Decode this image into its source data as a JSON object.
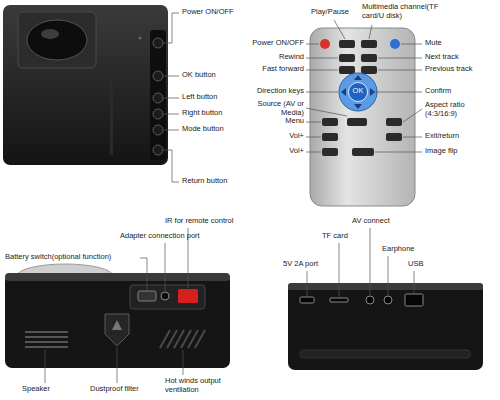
{
  "diagram": {
    "labels": [
      "Power ON/OFF",
      "OK button",
      "Left button",
      "Right button",
      "Mode button",
      "Return button",
      "Play/Pause",
      "Multimedia channel(TF card/U disk)",
      "Power ON/OFF",
      "Mute",
      "Rewind",
      "Next track",
      "Fast forward",
      "Previous track",
      "Direction keys",
      "OK",
      "Confirm",
      "Source (AV or Media)",
      "Menu",
      "Aspect ratio (4:3/16:9)",
      "Vol+",
      "Exit/return",
      "Image flip",
      "Vol+",
      "IR for remote control",
      "Adapter connection port",
      "Battery switch(optional function)",
      "Speaker",
      "Dustproof filter",
      "Hot winds output ventilation",
      "AV connect",
      "TF card",
      "Earphone",
      "5V 2A port",
      "USB"
    ]
  }
}
